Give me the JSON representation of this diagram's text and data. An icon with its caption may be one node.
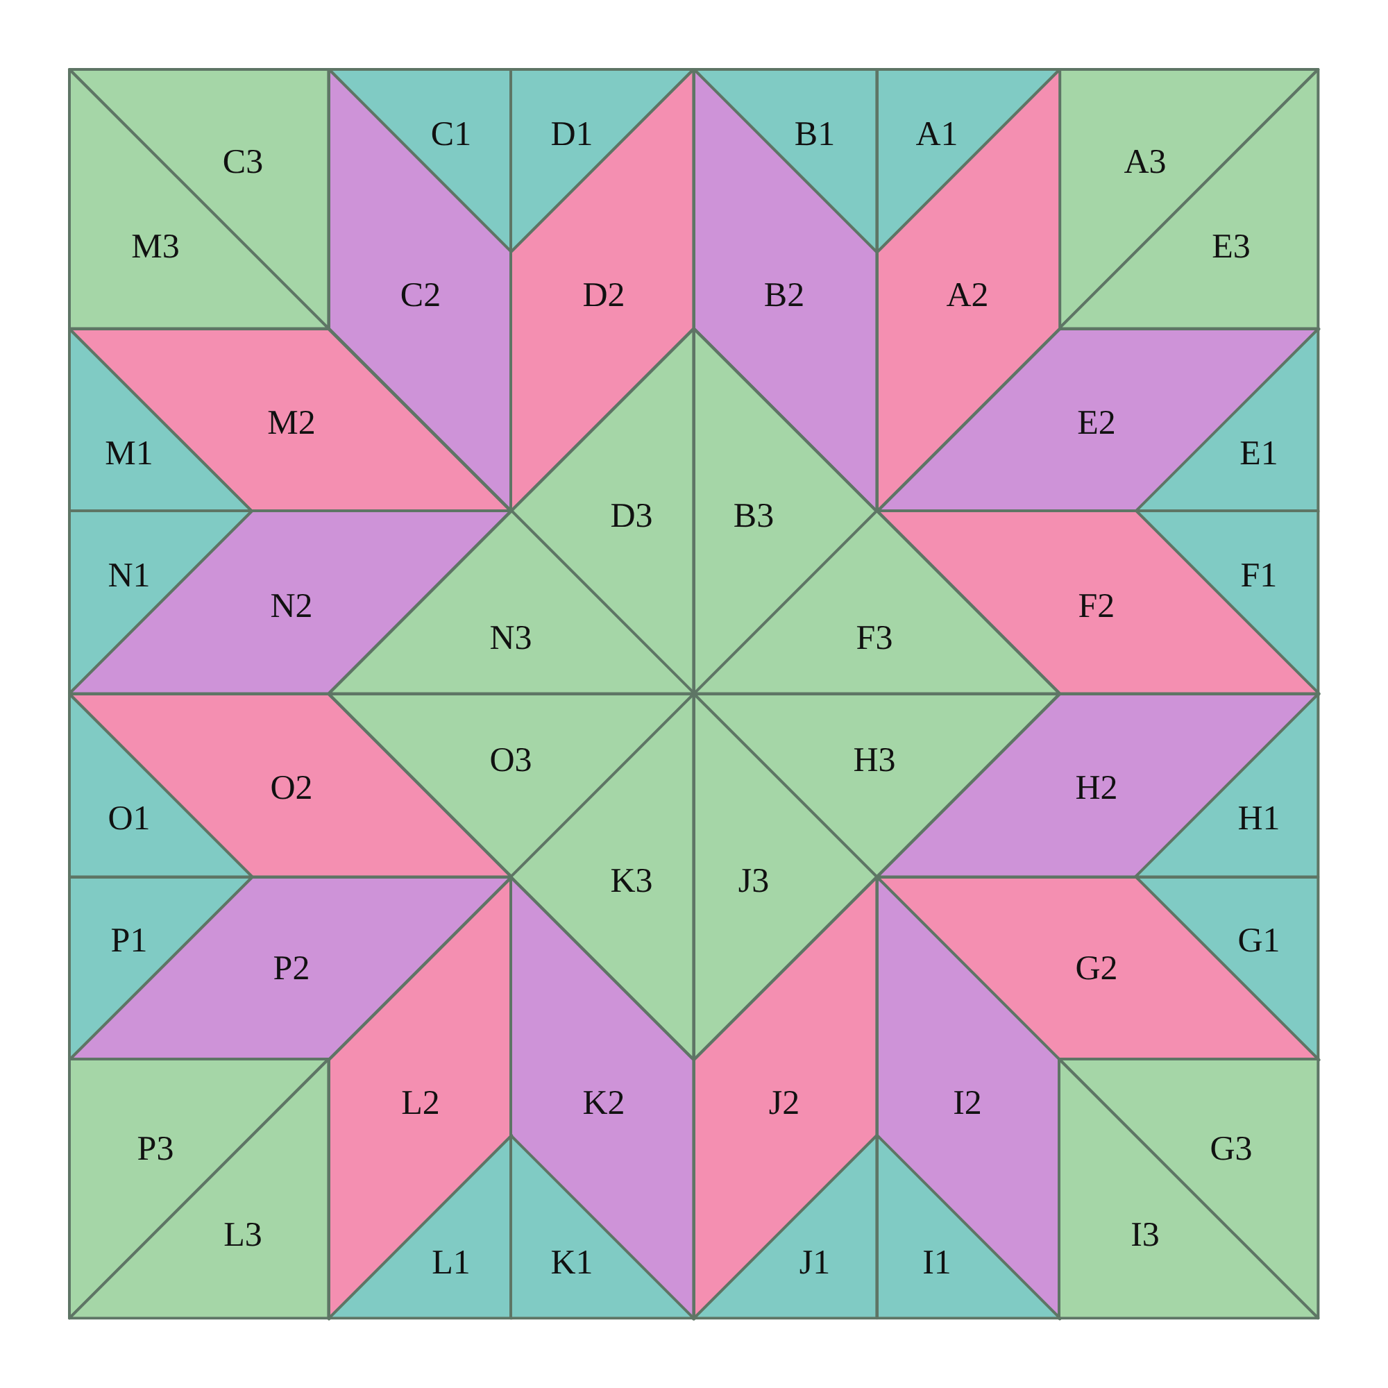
{
  "diagram": {
    "nodes": [
      {
        "text": [
          "C1"
        ]
      },
      {
        "text": [
          "D1"
        ]
      },
      {
        "text": [
          "B1"
        ]
      },
      {
        "text": [
          "A1"
        ]
      },
      {
        "text": [
          "C3"
        ]
      },
      {
        "text": [
          "A3"
        ]
      },
      {
        "text": [
          "M3"
        ]
      },
      {
        "text": [
          "E3"
        ]
      },
      {
        "text": [
          "C2"
        ]
      },
      {
        "text": [
          "D2"
        ]
      },
      {
        "text": [
          "B2"
        ]
      },
      {
        "text": [
          "A2"
        ]
      },
      {
        "text": [
          "M2"
        ]
      },
      {
        "text": [
          "E2"
        ]
      },
      {
        "text": [
          "M1"
        ]
      },
      {
        "text": [
          "E1"
        ]
      },
      {
        "text": [
          "D3"
        ]
      },
      {
        "text": [
          "B3"
        ]
      },
      {
        "text": [
          "N1"
        ]
      },
      {
        "text": [
          "F1"
        ]
      },
      {
        "text": [
          "N2"
        ]
      },
      {
        "text": [
          "F2"
        ]
      },
      {
        "text": [
          "N3"
        ]
      },
      {
        "text": [
          "F3"
        ]
      },
      {
        "text": [
          "O3"
        ]
      },
      {
        "text": [
          "H3"
        ]
      },
      {
        "text": [
          "O2"
        ]
      },
      {
        "text": [
          "H2"
        ]
      },
      {
        "text": [
          "O1"
        ]
      },
      {
        "text": [
          "H1"
        ]
      },
      {
        "text": [
          "K3"
        ]
      },
      {
        "text": [
          "J3"
        ]
      },
      {
        "text": [
          "P1"
        ]
      },
      {
        "text": [
          "G1"
        ]
      },
      {
        "text": [
          "P2"
        ]
      },
      {
        "text": [
          "G2"
        ]
      },
      {
        "text": [
          "L2"
        ]
      },
      {
        "text": [
          "K2"
        ]
      },
      {
        "text": [
          "J2"
        ]
      },
      {
        "text": [
          "I2"
        ]
      },
      {
        "text": [
          "P3"
        ]
      },
      {
        "text": [
          "G3"
        ]
      },
      {
        "text": [
          "L3"
        ]
      },
      {
        "text": [
          "I3"
        ]
      },
      {
        "text": [
          "L1"
        ]
      },
      {
        "text": [
          "K1"
        ]
      },
      {
        "text": [
          "J1"
        ]
      },
      {
        "text": [
          "I1"
        ]
      }
    ]
  }
}
